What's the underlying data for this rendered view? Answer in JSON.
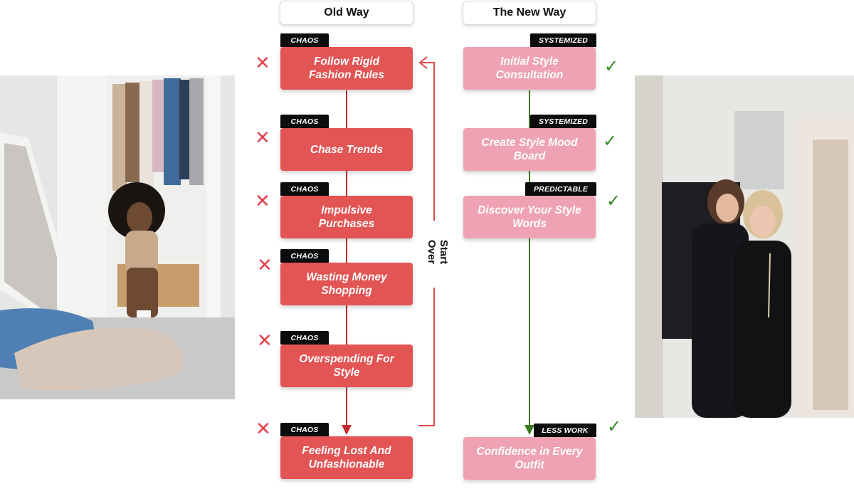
{
  "headers": {
    "old_way": "Old Way",
    "new_way": "The New Way"
  },
  "old_steps": [
    {
      "tag": "CHAOS",
      "label": "Follow Rigid Fashion Rules"
    },
    {
      "tag": "CHAOS",
      "label": "Chase Trends"
    },
    {
      "tag": "CHAOS",
      "label": "Impulsive Purchases"
    },
    {
      "tag": "CHAOS",
      "label": "Wasting Money Shopping"
    },
    {
      "tag": "CHAOS",
      "label": "Overspending For Style"
    },
    {
      "tag": "CHAOS",
      "label": "Feeling Lost And Unfashionable"
    }
  ],
  "new_steps": [
    {
      "tag": "SYSTEMIZED",
      "label": "Initial Style Consultation"
    },
    {
      "tag": "SYSTEMIZED",
      "label": "Create Style Mood Board"
    },
    {
      "tag": "PREDICTABLE",
      "label": "Discover Your Style Words"
    },
    {
      "tag": "LESS WORK",
      "label": "Confidence in Every Outfit"
    }
  ],
  "loop_label": {
    "line1": "Start",
    "line2": "Over"
  },
  "icons": {
    "old_mark": "cross-icon",
    "new_mark": "check-icon"
  },
  "colors": {
    "old_box": "#e35454",
    "new_box": "#eea2b3",
    "tag": "#0c0c0c",
    "cross": "#e5414e",
    "check": "#2f8a1f",
    "old_connector": "#c22a2a",
    "new_connector": "#3d7a1c"
  }
}
